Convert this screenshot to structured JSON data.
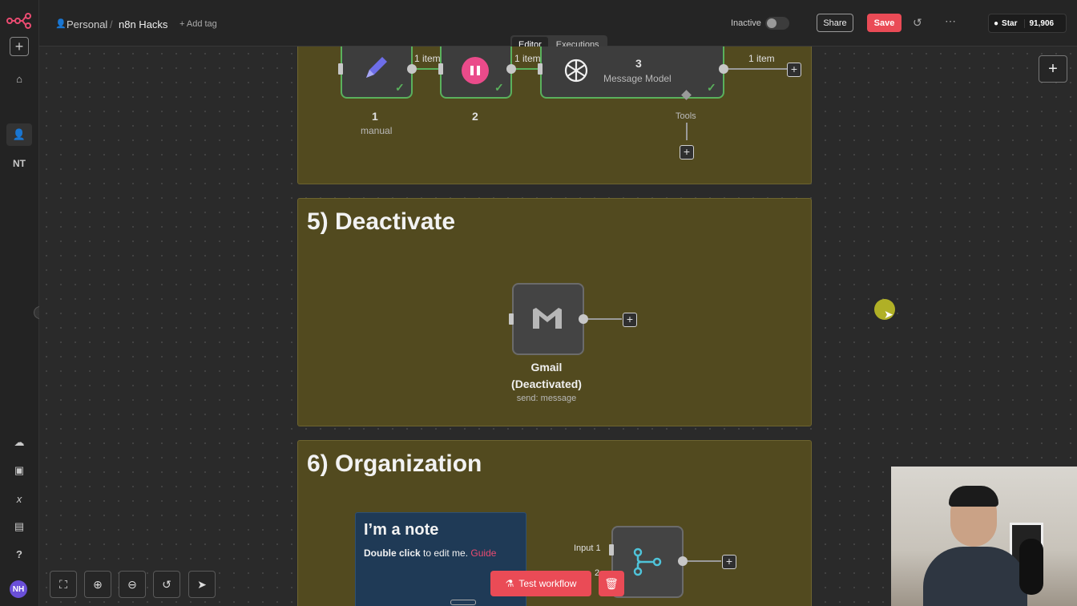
{
  "header": {
    "project": "Personal",
    "workflow_name": "n8n Hacks",
    "add_tag": "+ Add tag",
    "tabs": [
      "Editor",
      "Executions"
    ],
    "status_label": "Inactive",
    "share_label": "Share",
    "save_label": "Save",
    "github_star_label": "Star",
    "github_star_count": "91,906"
  },
  "sidebar": {
    "user_initials": "NT",
    "avatar_initials": "NH"
  },
  "section_top": {
    "nodes": [
      {
        "number": "1",
        "subtitle": "manual"
      },
      {
        "number": "2",
        "subtitle": ""
      },
      {
        "number": "3",
        "subtitle": "Message Model"
      }
    ],
    "item_labels": [
      "1 item",
      "1 item",
      "1 item"
    ],
    "tools_label": "Tools"
  },
  "section_deactivate": {
    "title": "5) Deactivate",
    "node_name": "Gmail (Deactivated)",
    "node_subtitle": "send: message"
  },
  "section_organization": {
    "title": "6) Organization",
    "note_title": "I’m a note",
    "note_bold": "Double click",
    "note_text": " to edit me. ",
    "note_link": "Guide",
    "merge_input_label": "Input 1",
    "merge_input2_label": "2"
  },
  "bottom": {
    "test_workflow_label": "Test workflow"
  },
  "colors": {
    "accent_save": "#ea4b56",
    "success_green": "#5ab15c",
    "sticky_bg": "#524a1f",
    "note_bg": "#1f3a56"
  }
}
